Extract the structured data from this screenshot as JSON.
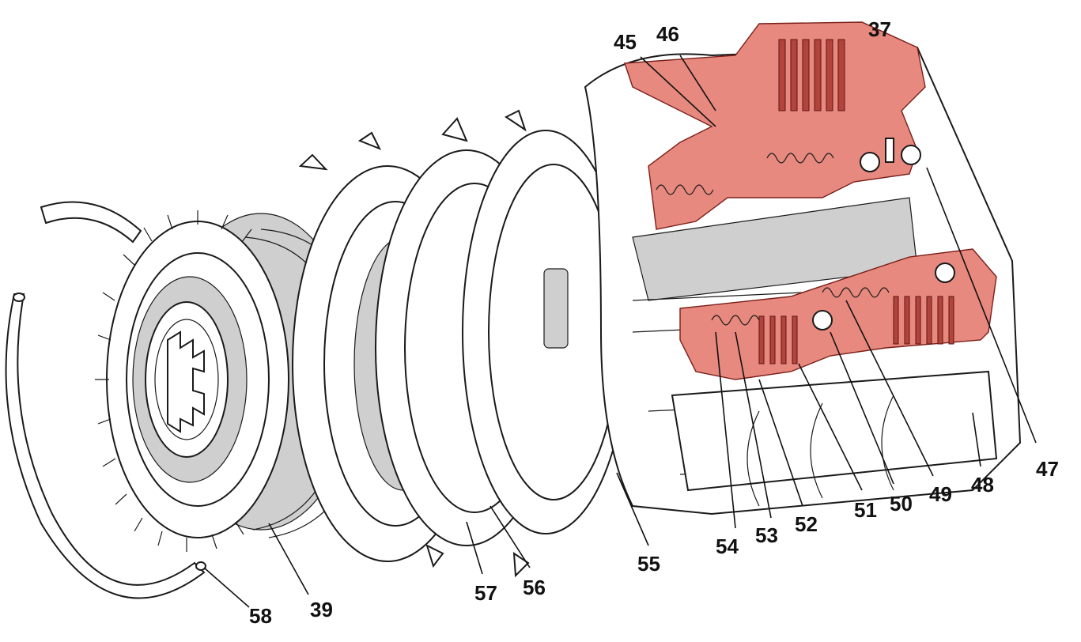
{
  "diagram": {
    "callouts": [
      {
        "id": "37",
        "label": "37"
      },
      {
        "id": "45",
        "label": "45"
      },
      {
        "id": "46",
        "label": "46"
      },
      {
        "id": "47",
        "label": "47"
      },
      {
        "id": "48",
        "label": "48"
      },
      {
        "id": "49",
        "label": "49"
      },
      {
        "id": "50",
        "label": "50"
      },
      {
        "id": "51",
        "label": "51"
      },
      {
        "id": "52",
        "label": "52"
      },
      {
        "id": "53",
        "label": "53"
      },
      {
        "id": "54",
        "label": "54"
      },
      {
        "id": "55",
        "label": "55"
      },
      {
        "id": "56",
        "label": "56"
      },
      {
        "id": "57",
        "label": "57"
      },
      {
        "id": "58",
        "label": "58"
      },
      {
        "id": "39",
        "label": "39"
      }
    ],
    "colors": {
      "section_cut": "#e7897f",
      "section_cut_dark": "#b2443b",
      "line_art": "#1a1a1a",
      "background": "#ffffff"
    }
  }
}
